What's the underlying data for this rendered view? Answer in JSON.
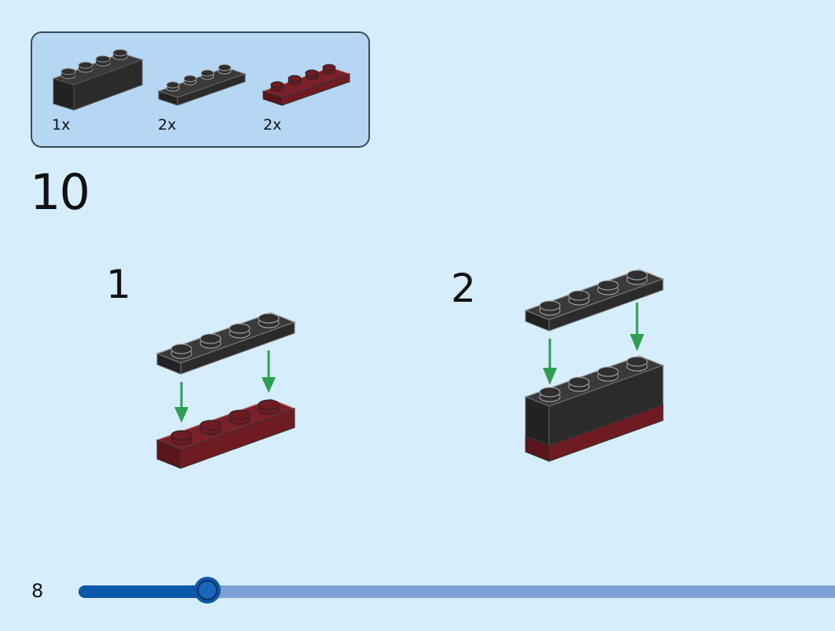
{
  "parts_list": {
    "items": [
      {
        "brick": "1x4 brick",
        "color_hex": "#2b2b2b",
        "quantity": "1x"
      },
      {
        "brick": "1x4 plate",
        "color_hex": "#2b2b2b",
        "quantity": "2x"
      },
      {
        "brick": "1x4 plate",
        "color_hex": "#6e1b22",
        "quantity": "2x"
      }
    ]
  },
  "step": {
    "number": "10"
  },
  "substeps": [
    {
      "number": "1",
      "icon": "plate-stack-assembly-icon"
    },
    {
      "number": "2",
      "icon": "brick-plate-assembly-icon"
    }
  ],
  "footer": {
    "page_number": "8"
  },
  "progress": {
    "fraction": 0.17
  },
  "colors": {
    "background": "#d6edfb",
    "parts_box": "#b5d7f3",
    "black_brick": "#2b2b2b",
    "dark_red": "#6e1b22",
    "arrow": "#2e9e4f",
    "progress_fill": "#0d57a8",
    "progress_track": "#7fa2d9"
  }
}
